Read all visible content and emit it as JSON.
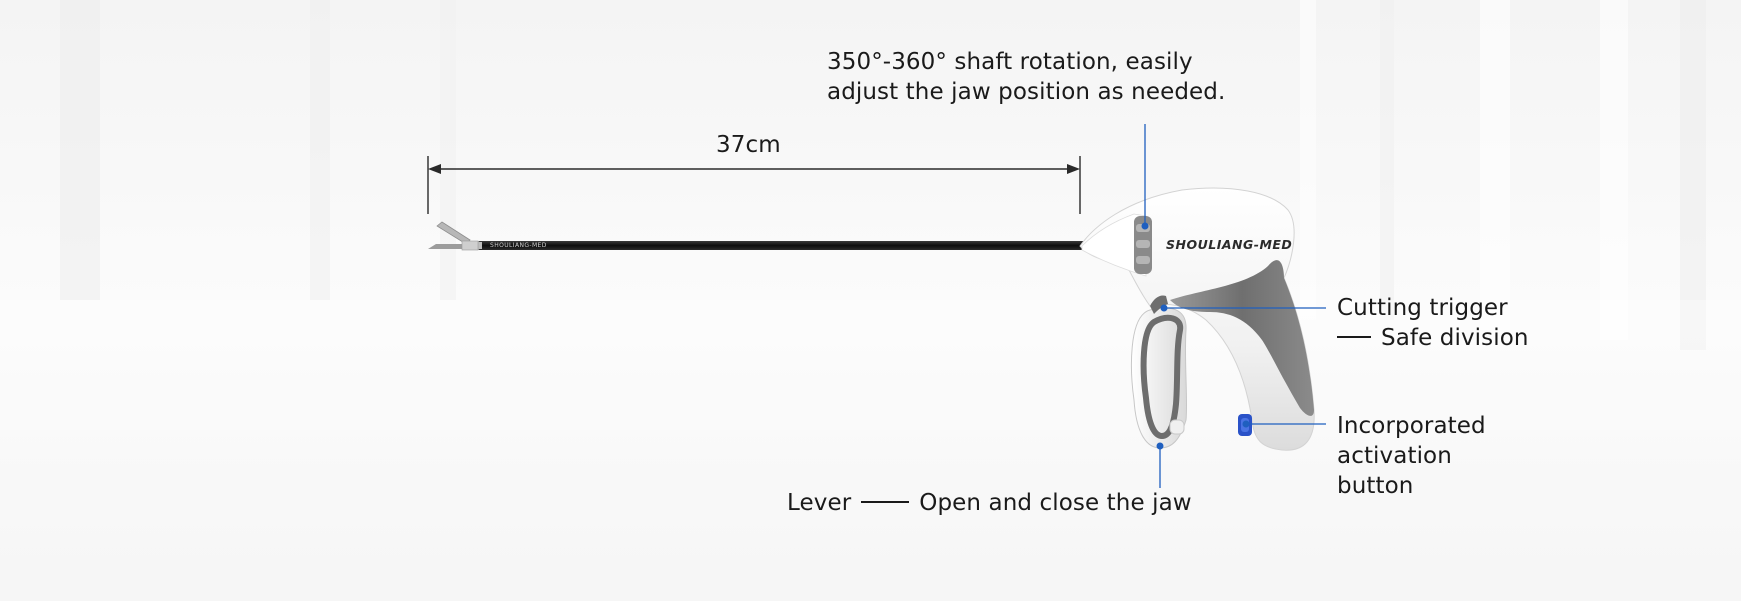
{
  "brand": {
    "logo_text": "SHOULIANG-MED",
    "shaft_print": "SHOULIANG-MED"
  },
  "annotations": {
    "length": "37cm",
    "rotation_line1": "350°-360° shaft rotation, easily",
    "rotation_line2": "adjust the jaw position as needed.",
    "cutting_title": "Cutting trigger",
    "cutting_desc": "Safe division",
    "activation_line1": "Incorporated",
    "activation_line2": "activation",
    "activation_line3": "button",
    "lever_title": "Lever",
    "lever_desc": "Open and close the jaw"
  },
  "colors": {
    "accent_blue": "#1f5fbf",
    "shaft_black": "#151515",
    "housing_white": "#f7f7f7",
    "grip_gray": "#7d7d7d",
    "button_blue": "#2a52c8"
  }
}
